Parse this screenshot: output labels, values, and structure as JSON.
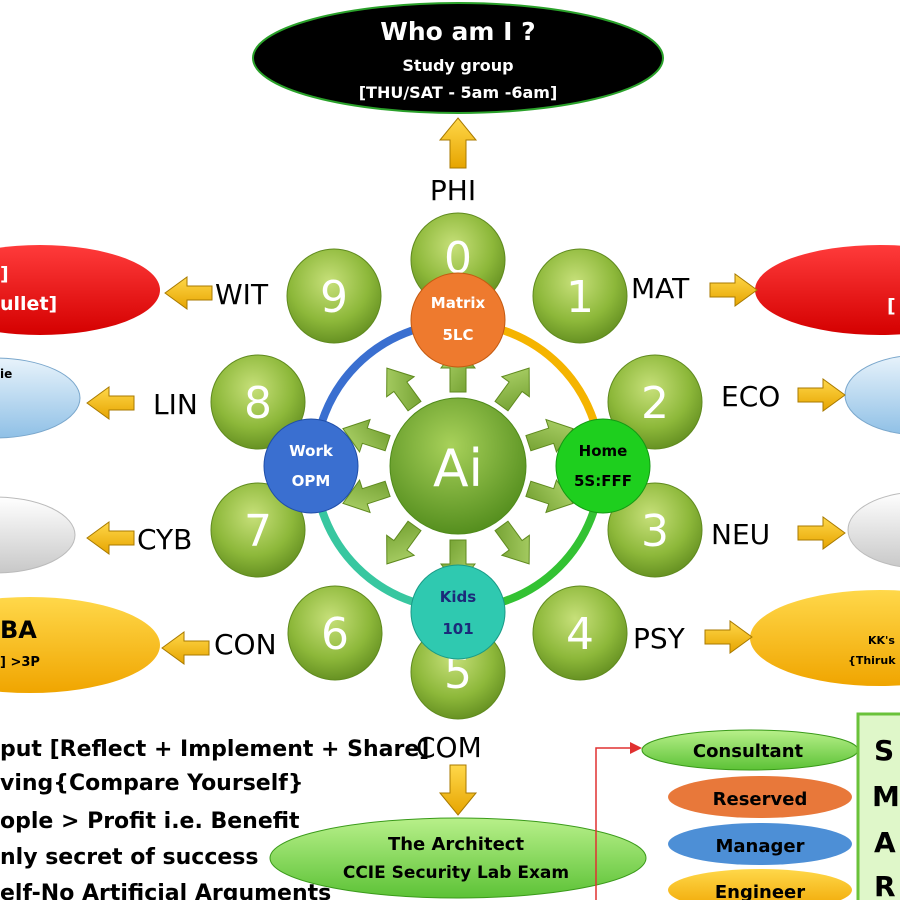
{
  "top": {
    "title": "Who am I ?",
    "line1": "Study group",
    "line2": "[THU/SAT - 5am -6am]"
  },
  "center": "Ai",
  "hubs": {
    "matrix": {
      "title": "Matrix",
      "sub": "5LC"
    },
    "home": {
      "title": "Home",
      "sub": "5S:FFF"
    },
    "kids": {
      "title": "Kids",
      "sub": "101"
    },
    "work": {
      "title": "Work",
      "sub": "OPM"
    }
  },
  "petals": [
    "0",
    "1",
    "2",
    "3",
    "4",
    "5",
    "6",
    "7",
    "8",
    "9"
  ],
  "labels": {
    "phi": "PHI",
    "mat": "MAT",
    "eco": "ECO",
    "neu": "NEU",
    "psy": "PSY",
    "com": "COM",
    "con": "CON",
    "cyb": "CYB",
    "lin": "LIN",
    "wit": "WIT"
  },
  "left": {
    "red": {
      "line1": "]",
      "line2": "ullet]"
    },
    "blue": "ie",
    "orange": {
      "line1": "BA",
      "line2": "] >3P"
    }
  },
  "right": {
    "red": "[",
    "orange": {
      "line1": "KK's",
      "line2": "{Thiruk"
    }
  },
  "architect": {
    "line1": "The Architect",
    "line2": "CCIE Security Lab Exam"
  },
  "roles": [
    "Consultant",
    "Reserved",
    "Manager",
    "Engineer"
  ],
  "smart": [
    "S",
    "M",
    "A",
    "R"
  ],
  "text_lines": [
    "put [Reflect + Implement + Share]",
    "ving{Compare Yourself}",
    "ople > Profit  i.e. Benefit",
    "nly secret of success",
    "elf-No Artificial Arguments"
  ]
}
